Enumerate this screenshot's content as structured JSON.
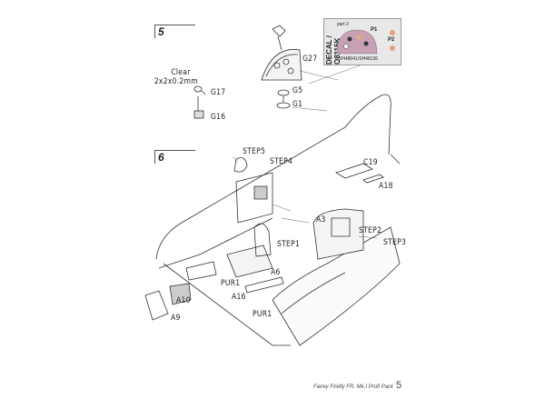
{
  "steps": {
    "step5": "5",
    "step6": "6"
  },
  "clear_note": {
    "line1": "Clear",
    "line2": "2x2x0.2mm"
  },
  "labels": {
    "g17": "G17",
    "g16": "G16",
    "g27": "G27",
    "g5": "G5",
    "g1": "G1",
    "step5": "STEP5",
    "step4": "STEP4",
    "c19": "C19",
    "a18": "A18",
    "a3": "A3",
    "step2": "STEP2",
    "step3": "STEP3",
    "step1": "STEP1",
    "a6": "A6",
    "pur1a": "PUR1",
    "a16": "A16",
    "a10": "A10",
    "a9": "A9",
    "pur1b": "PUR1"
  },
  "decal": {
    "title": "DECAL / O8115K",
    "part": "part 2",
    "p1": "P1",
    "p2": "P2",
    "code": "SH48041/SH48136"
  },
  "footer": {
    "title": "Fairey Firefly FR. Mk.I",
    "brand": "Profi Pack",
    "page": "5"
  }
}
